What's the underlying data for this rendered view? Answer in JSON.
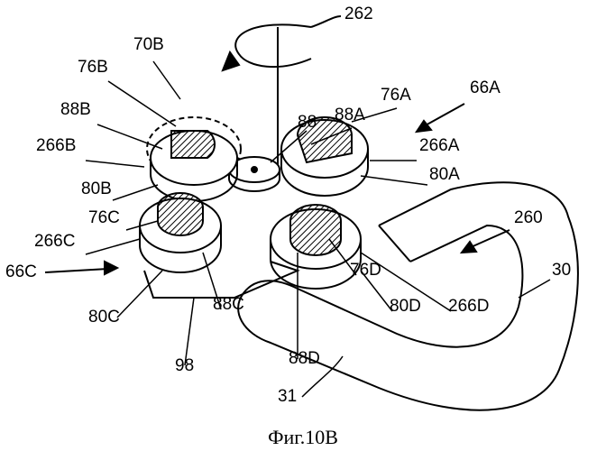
{
  "caption": "Фиг.10B",
  "labels": {
    "l262": "262",
    "l70B": "70B",
    "l76B": "76B",
    "l88": "88",
    "l88A": "88A",
    "l76A": "76A",
    "l66A": "66A",
    "l88B": "88B",
    "l266B": "266B",
    "l266A": "266A",
    "l80A": "80A",
    "l80B": "80B",
    "l260": "260",
    "l76C": "76C",
    "l266C": "266C",
    "l30": "30",
    "l66C": "66C",
    "l76D": "76D",
    "l80C": "80C",
    "l88C": "88C",
    "l80D": "80D",
    "l266D": "266D",
    "l98": "98",
    "l88D": "88D",
    "l31": "31"
  }
}
